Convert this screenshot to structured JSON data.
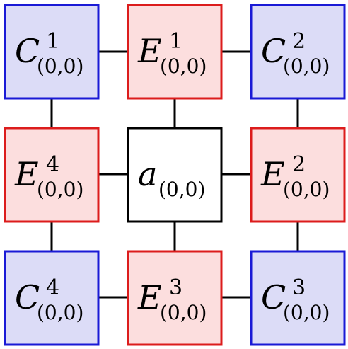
{
  "colors": {
    "corner_fill": "#dcdcf7",
    "corner_stroke": "#1a1ad6",
    "edge_fill": "#fcdede",
    "edge_stroke": "#dc1c1c",
    "center_fill": "#ffffff",
    "center_stroke": "#000000",
    "connector": "#000000"
  },
  "nodes": [
    {
      "id": "c1",
      "kind": "corner",
      "main": "C",
      "sup": "1",
      "sub": "(0,0)"
    },
    {
      "id": "e1",
      "kind": "edge",
      "main": "E",
      "sup": "1",
      "sub": "(0,0)"
    },
    {
      "id": "c2",
      "kind": "corner",
      "main": "C",
      "sup": "2",
      "sub": "(0,0)"
    },
    {
      "id": "e4",
      "kind": "edge",
      "main": "E",
      "sup": "4",
      "sub": "(0,0)"
    },
    {
      "id": "a",
      "kind": "center",
      "main": "a",
      "sup": "",
      "sub": "(0,0)"
    },
    {
      "id": "e2",
      "kind": "edge",
      "main": "E",
      "sup": "2",
      "sub": "(0,0)"
    },
    {
      "id": "c4",
      "kind": "corner",
      "main": "C",
      "sup": "4",
      "sub": "(0,0)"
    },
    {
      "id": "e3",
      "kind": "edge",
      "main": "E",
      "sup": "3",
      "sub": "(0,0)"
    },
    {
      "id": "c3",
      "kind": "corner",
      "main": "C",
      "sup": "3",
      "sub": "(0,0)"
    }
  ]
}
